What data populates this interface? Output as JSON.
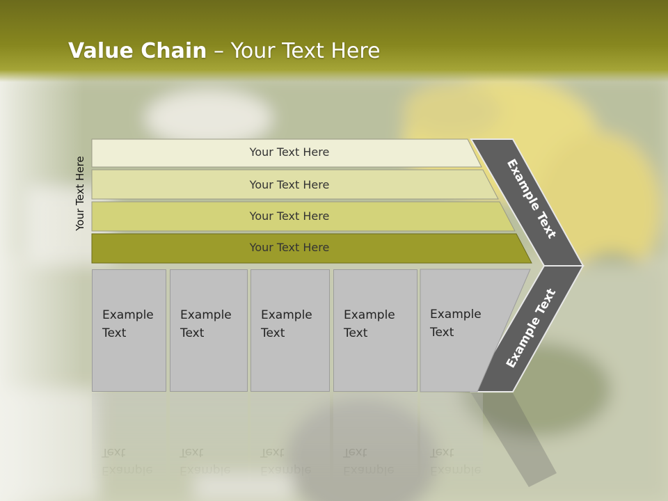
{
  "title": {
    "bold": "Value Chain",
    "rest": " – Your Text Here"
  },
  "side_label": "Your Text Here",
  "rows": [
    {
      "label": "Your Text Here",
      "color": "#efefd6"
    },
    {
      "label": "Your Text Here",
      "color": "#e0e0a8"
    },
    {
      "label": "Your Text Here",
      "color": "#d3d37a"
    },
    {
      "label": "Your Text Here",
      "color": "#9c9c2b"
    }
  ],
  "boxes": [
    {
      "line1": "Example",
      "line2": "Text"
    },
    {
      "line1": "Example",
      "line2": "Text"
    },
    {
      "line1": "Example",
      "line2": "Text"
    },
    {
      "line1": "Example",
      "line2": "Text"
    },
    {
      "line1": "Example",
      "line2": "Text"
    }
  ],
  "arrow_upper_label": "Example Text",
  "arrow_lower_label": "Example Text",
  "colors": {
    "arrow": "#5f5f5f",
    "title_band": "#7b7b1f",
    "box": "#c0c0c0"
  }
}
